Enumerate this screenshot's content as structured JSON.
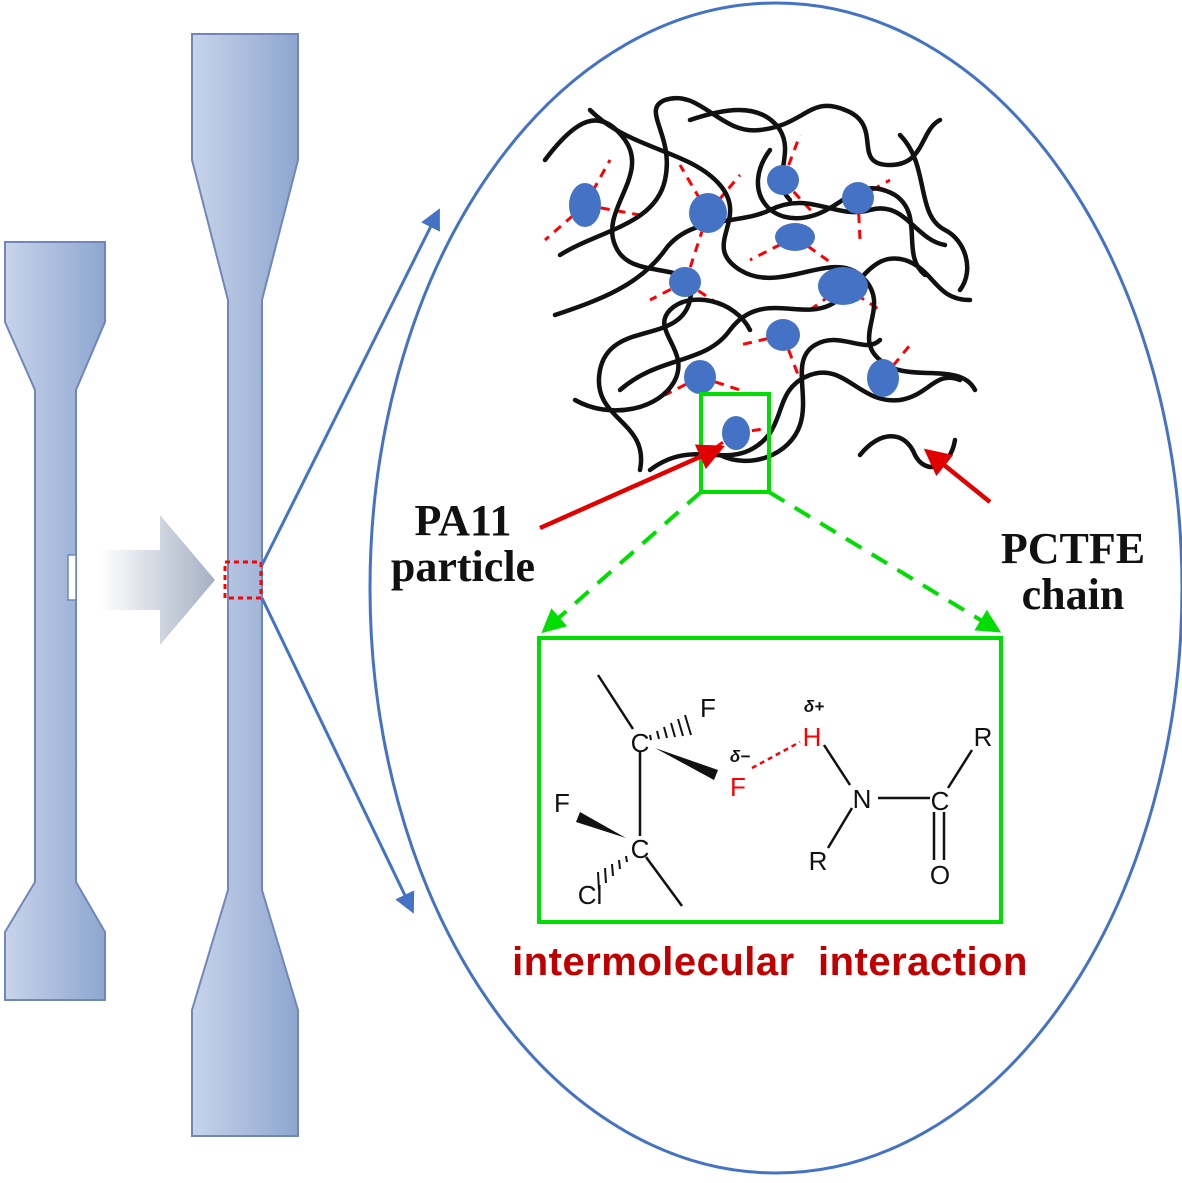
{
  "labels": {
    "pa11_line1": "PA11",
    "pa11_line2": "particle",
    "pctfe_line1": "PCTFE",
    "pctfe_line2": "chain",
    "caption": "intermolecular  interaction"
  },
  "chemistry": {
    "atom_c": "C",
    "atom_f": "F",
    "atom_cl": "Cl",
    "atom_h": "H",
    "atom_n": "N",
    "atom_o": "O",
    "atom_r": "R",
    "delta_plus": "δ+",
    "delta_minus": "δ−"
  },
  "colors": {
    "specimen": "#a9bcdc",
    "specimen_edge": "#6f87b9",
    "ellipse": "#4472c4",
    "particle": "#4472c4",
    "chain": "#111111",
    "bond_dash": "#ff0000",
    "highlight": "#00dd00",
    "pointer": "#e00000",
    "caption": "#c00000"
  }
}
